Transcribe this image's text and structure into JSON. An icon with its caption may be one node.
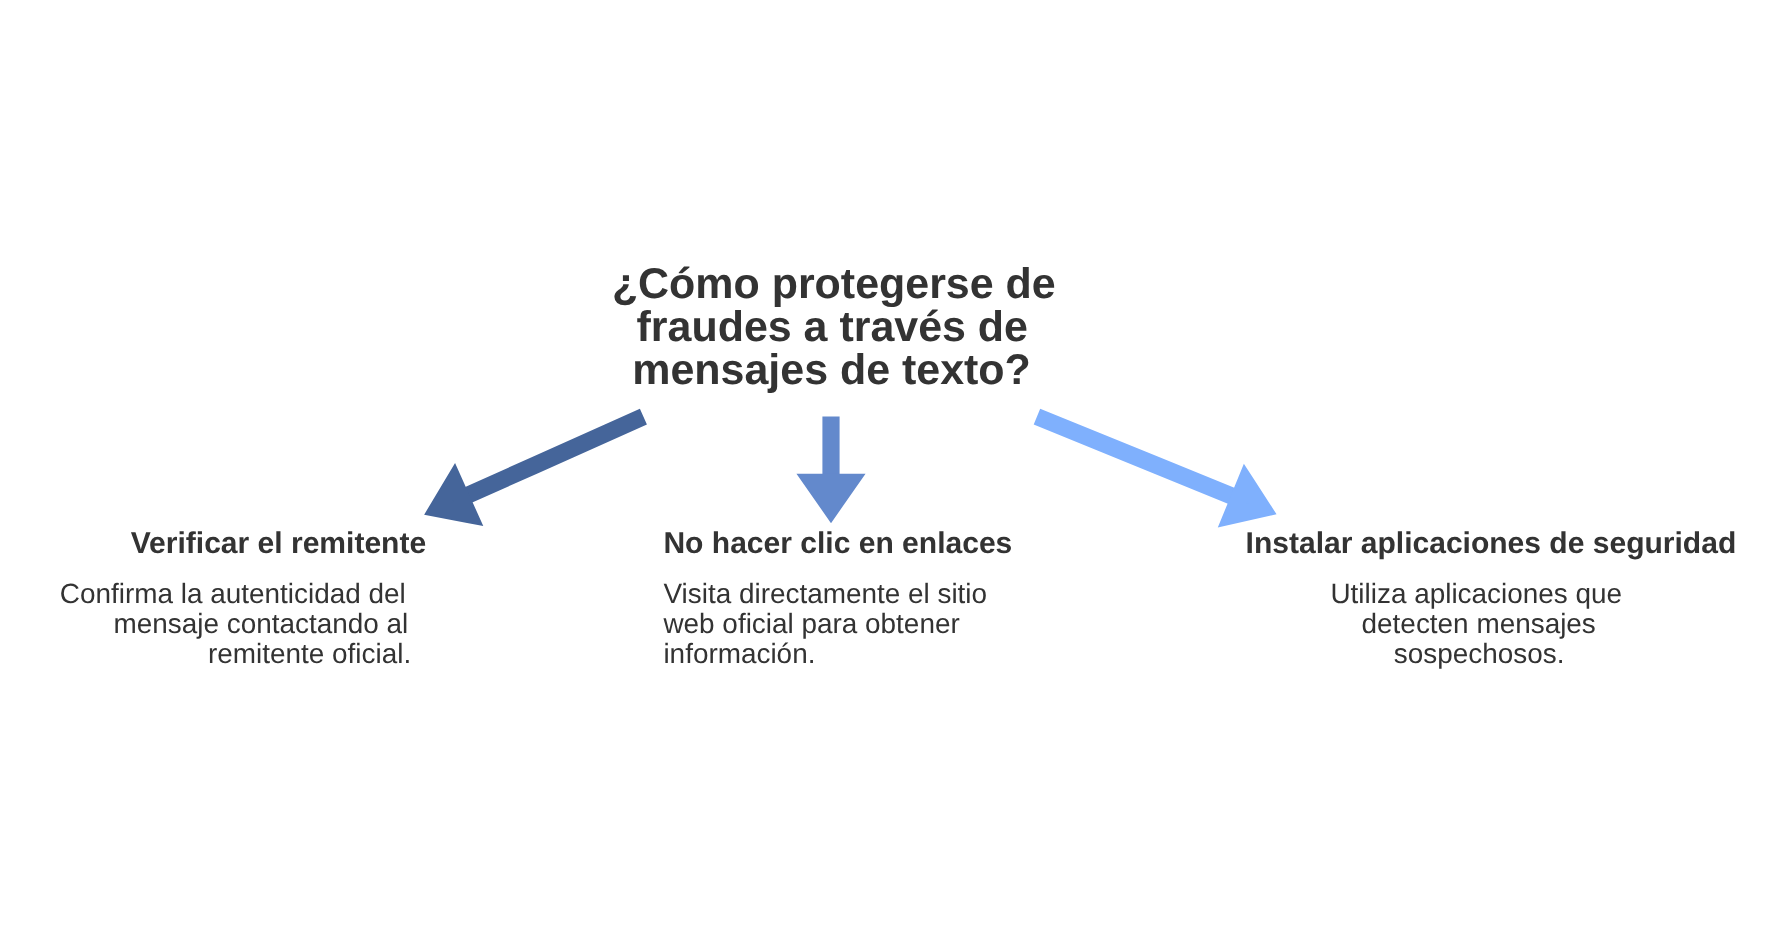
{
  "diagram": {
    "nodes": [
      {
        "text": [
          "¿Cómo protegerse de fraudes a través de mensajes de texto?"
        ]
      },
      {
        "text": [
          "Verificar el remitente",
          "Confirma la autenticidad del mensaje contactando al remitente oficial."
        ]
      },
      {
        "text": [
          "No hacer clic en enlaces",
          "Visita directamente el sitio web oficial para obtener información."
        ]
      },
      {
        "text": [
          "Instalar aplicaciones de seguridad",
          "Utiliza aplicaciones que detecten mensajes sospechosos."
        ]
      }
    ],
    "edges": [
      {
        "from": 0,
        "to": 1,
        "arrow": "to",
        "color": "#45659a"
      },
      {
        "from": 0,
        "to": 3,
        "arrow": "to",
        "color": "#7fb0fd"
      },
      {
        "from": 0,
        "to": 2,
        "arrow": "to",
        "color": "#6389cc"
      }
    ]
  }
}
